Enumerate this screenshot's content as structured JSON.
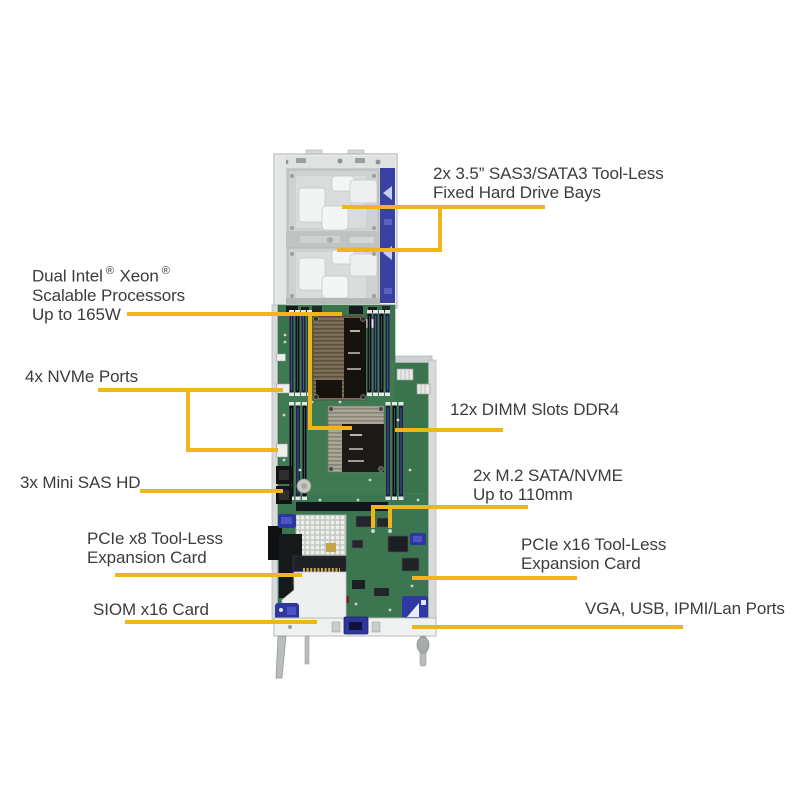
{
  "diagram": {
    "accent_color": "#EFB51B",
    "label_text_color": "#3C3C3C",
    "colors": {
      "pcb_green": "#3F7A52",
      "chassis_blue_strip": "#3A41A0",
      "latch_blue": "#2E379E",
      "heatsink_copper": "#7D6F58",
      "heatsink_silver": "#AAA69A"
    },
    "callouts": {
      "drive_bays": {
        "line1": "2x 3.5” SAS3/SATA3 Tool-Less",
        "line2": "Fixed Hard Drive Bays"
      },
      "cpu": {
        "line1a": "Dual Intel",
        "reg": "®",
        "line1b": "Xeon",
        "line2": "Scalable Processors",
        "line3": "Up to 165W"
      },
      "nvme": {
        "line1": "4x NVMe Ports"
      },
      "dimm": {
        "line1": "12x DIMM Slots DDR4"
      },
      "mini_sas": {
        "line1": "3x Mini SAS HD"
      },
      "m2": {
        "line1": "2x M.2 SATA/NVME",
        "line2": "Up to 110mm"
      },
      "pcie_x8": {
        "line1": "PCIe x8 Tool-Less",
        "line2": "Expansion Card"
      },
      "pcie_x16": {
        "line1": "PCIe x16 Tool-Less",
        "line2": "Expansion Card"
      },
      "siom": {
        "line1": "SIOM x16 Card"
      },
      "io_ports": {
        "line1": "VGA, USB, IPMI/Lan Ports"
      }
    }
  }
}
